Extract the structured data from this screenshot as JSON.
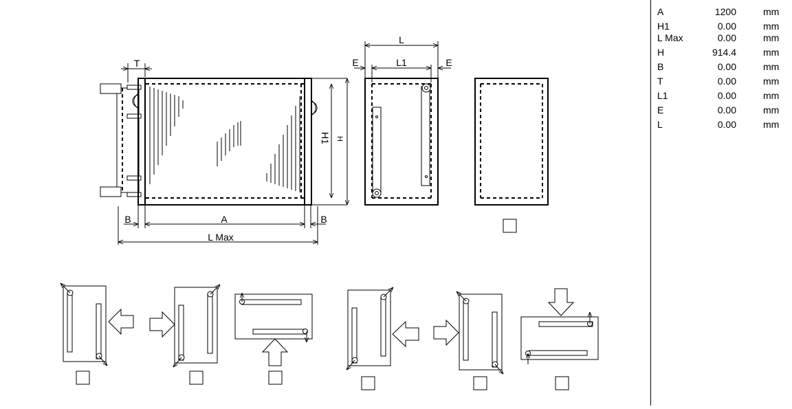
{
  "labels": {
    "T": "T",
    "A": "A",
    "B_left": "B",
    "B_right": "B",
    "L_max": "L Max",
    "H1": "H1",
    "H": "H",
    "L": "L",
    "L1": "L1",
    "E_left": "E",
    "E_right": "E"
  },
  "parameters": [
    {
      "name": "A",
      "value": "1200",
      "unit": "mm"
    },
    {
      "name": "H1",
      "value": "0.00",
      "unit": "mm"
    },
    {
      "name": "L Max",
      "value": "0.00",
      "unit": "mm"
    },
    {
      "name": "H",
      "value": "914.4",
      "unit": "mm"
    },
    {
      "name": "B",
      "value": "0.00",
      "unit": "mm"
    },
    {
      "name": "T",
      "value": "0.00",
      "unit": "mm"
    },
    {
      "name": "L1",
      "value": "0.00",
      "unit": "mm"
    },
    {
      "name": "E",
      "value": "0.00",
      "unit": "mm"
    },
    {
      "name": "L",
      "value": "0.00",
      "unit": "mm"
    }
  ],
  "options": {
    "end_view_checked": false,
    "layouts": [
      {
        "checked": false
      },
      {
        "checked": false
      },
      {
        "checked": false
      },
      {
        "checked": false
      },
      {
        "checked": false
      },
      {
        "checked": false
      }
    ]
  }
}
